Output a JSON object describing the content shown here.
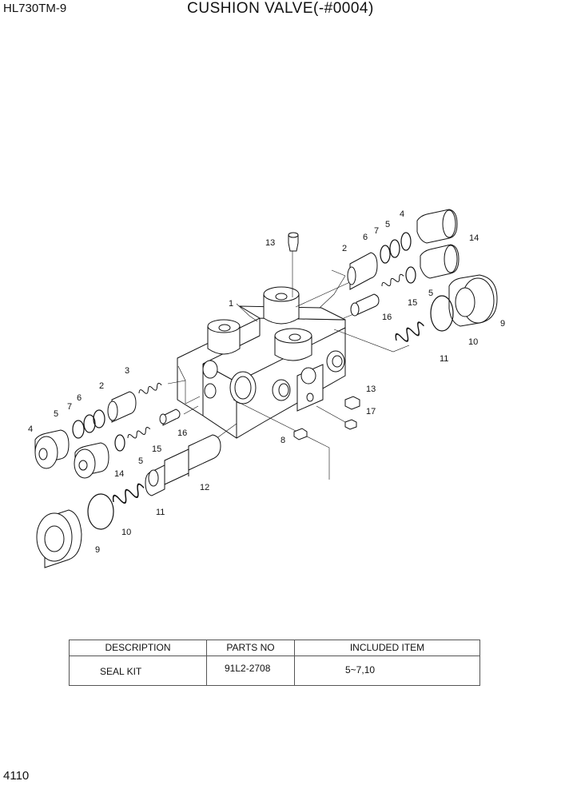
{
  "header": {
    "model": "HL730TM-9",
    "title": "CUSHION VALVE(-#0004)"
  },
  "callouts": {
    "c1": "1",
    "c2a": "2",
    "c2b": "2",
    "c3": "3",
    "c4a": "4",
    "c4b": "4",
    "c5a": "5",
    "c5b": "5",
    "c5c": "5",
    "c5d": "5",
    "c6a": "6",
    "c6b": "6",
    "c7a": "7",
    "c7b": "7",
    "c8": "8",
    "c9a": "9",
    "c9b": "9",
    "c10a": "10",
    "c10b": "10",
    "c11a": "11",
    "c11b": "11",
    "c12": "12",
    "c13a": "13",
    "c13b": "13",
    "c14a": "14",
    "c14b": "14",
    "c15a": "15",
    "c15b": "15",
    "c16a": "16",
    "c16b": "16",
    "c17": "17"
  },
  "parts_table": {
    "headers": {
      "description": "DESCRIPTION",
      "parts_no": "PARTS NO",
      "included_item": "INCLUDED ITEM"
    },
    "rows": [
      {
        "description": "SEAL KIT",
        "parts_no": "91L2-2708",
        "included_item": "5~7,10"
      }
    ]
  },
  "footer": {
    "page_number": "4110"
  }
}
